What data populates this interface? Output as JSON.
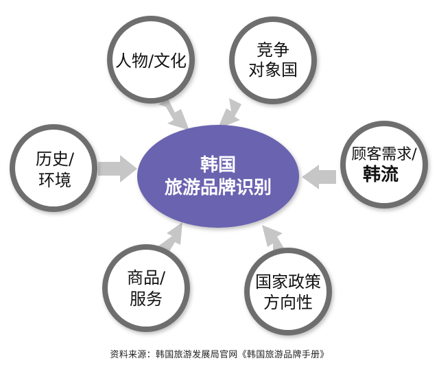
{
  "center": {
    "line1": "韩国",
    "line2": "旅游品牌识别"
  },
  "nodes": {
    "culture": {
      "line1": "人物/文化"
    },
    "competition": {
      "line1": "竞争",
      "line2": "对象国"
    },
    "demand": {
      "line1": "顾客需求/",
      "line2": "韩流"
    },
    "policy": {
      "line1": "国家政策",
      "line2": "方向性"
    },
    "products": {
      "line1": "商品/",
      "line2": "服务"
    },
    "history": {
      "line1": "历史/",
      "line2": "环境"
    }
  },
  "source": "资料来源：韩国旅游发展局官网《韩国旅游品牌手册》",
  "colors": {
    "center_fill": "#6a63b0",
    "ring": "#6e6e6e",
    "arrow": "#c6c6c6",
    "text": "#111111"
  }
}
